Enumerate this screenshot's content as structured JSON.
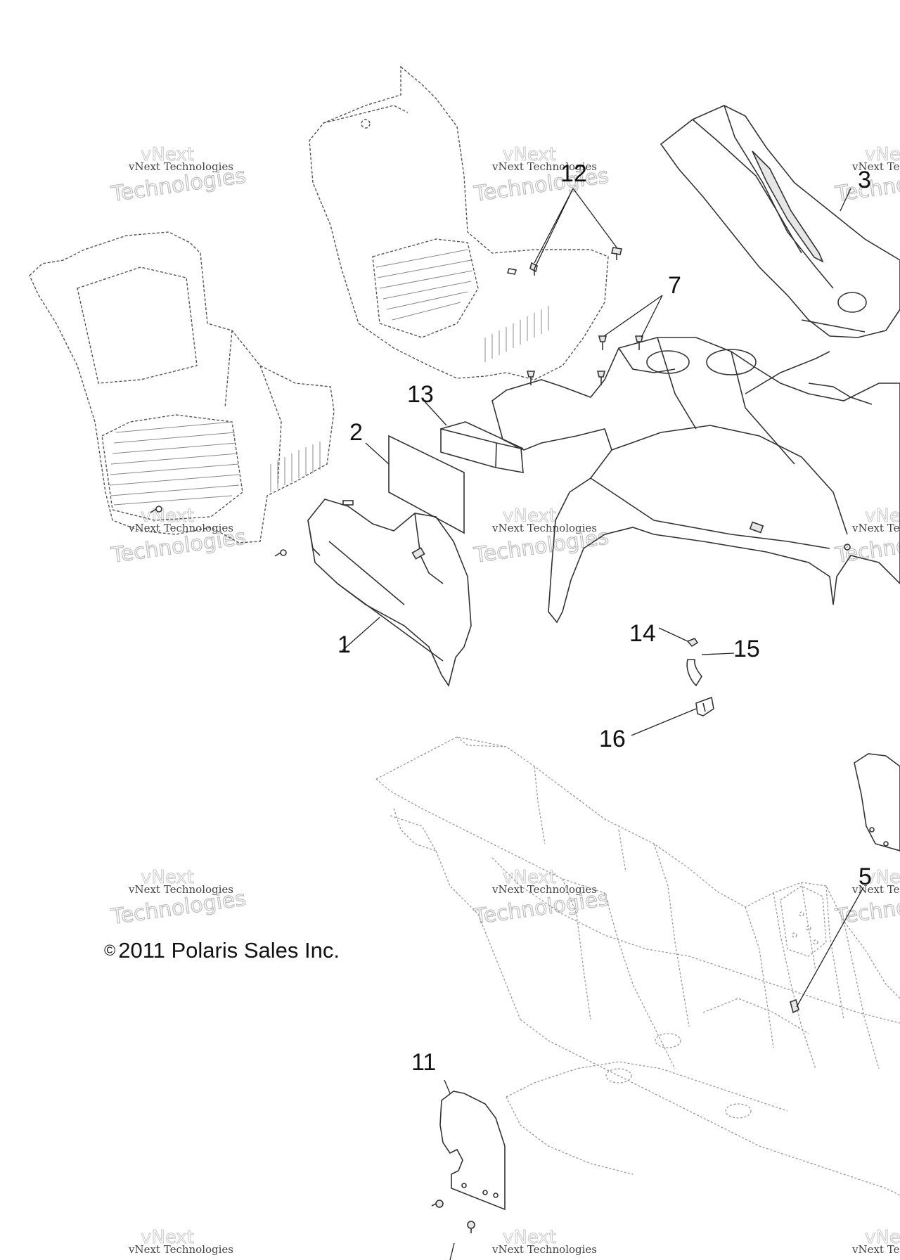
{
  "diagram": {
    "copyright": "©2011 Polaris Sales Inc.",
    "copyright_symbol": "©",
    "copyright_text": "2011 Polaris Sales Inc.",
    "watermark": {
      "line1": "vNext Technologies",
      "line2": "Technologies",
      "top": "vNext"
    },
    "callouts": [
      "1",
      "2",
      "3",
      "5",
      "7",
      "11",
      "12",
      "13",
      "14",
      "15",
      "16"
    ]
  }
}
